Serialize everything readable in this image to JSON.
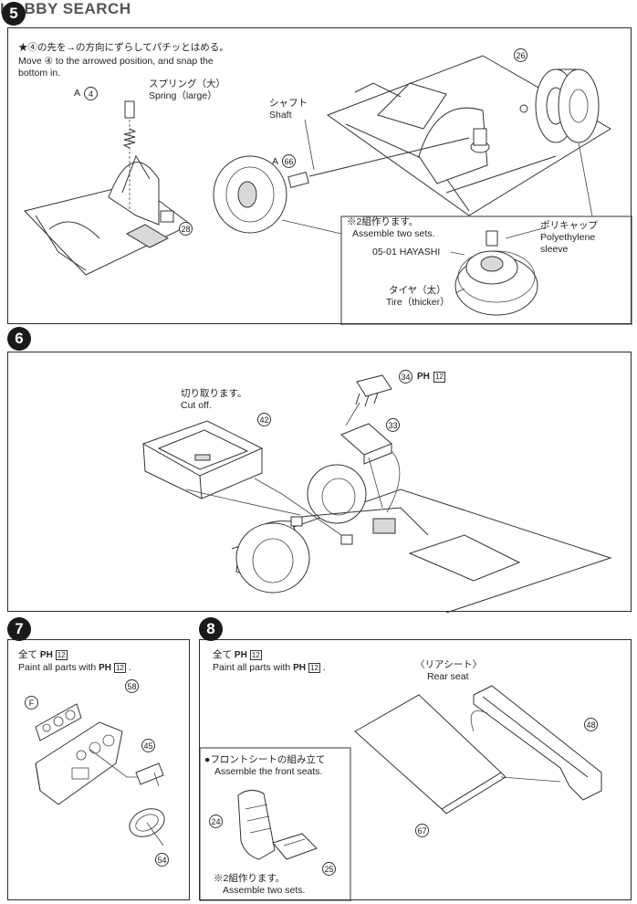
{
  "watermark": "HOBBY SEARCH",
  "step5": {
    "number": "5",
    "instruction_jp": "★④の先を→の方向にずらしてパチッとはめる。",
    "instruction_en_1": "Move ④ to the arrowed position, and snap the",
    "instruction_en_2": "bottom in.",
    "part_a4_prefix": "A",
    "part_a4": "4",
    "spring_jp": "スプリング（大）",
    "spring_en": "Spring（large）",
    "shaft_jp": "シャフト",
    "shaft_en": "Shaft",
    "part_a66_prefix": "A",
    "part_a66": "66",
    "part_26": "26",
    "part_28": "28",
    "assemble_jp": "※2組作ります。",
    "assemble_en": "Assemble two sets.",
    "polycap_jp": "ポリキャップ",
    "polycap_en_1": "Polyethylene",
    "polycap_en_2": "sleeve",
    "hayashi": "05-01 HAYASHI",
    "tire_jp": "タイヤ（太）",
    "tire_en": "Tire（thicker）"
  },
  "step6": {
    "number": "6",
    "cut_jp": "切り取ります。",
    "cut_en": "Cut off.",
    "part_42": "42",
    "part_34": "34",
    "part_33": "33",
    "paint_code": "12"
  },
  "step7": {
    "number": "7",
    "paint_jp": "全て",
    "paint_en": "Paint all parts with",
    "paint_code": "12",
    "part_f": "F",
    "part_58": "58",
    "part_45": "45",
    "part_54": "54"
  },
  "step8": {
    "number": "8",
    "paint_jp": "全て",
    "paint_en": "Paint all parts with",
    "paint_code": "12",
    "rear_seat_jp": "〈リアシート〉",
    "rear_seat_en": "Rear seat",
    "part_48": "48",
    "part_67": "67",
    "front_jp": "●フロントシートの組み立て",
    "front_en": "Assemble the front seats.",
    "part_24": "24",
    "part_25": "25",
    "assemble_jp": "※2組作ります。",
    "assemble_en": "Assemble two sets."
  },
  "ph_glyph": "PH"
}
